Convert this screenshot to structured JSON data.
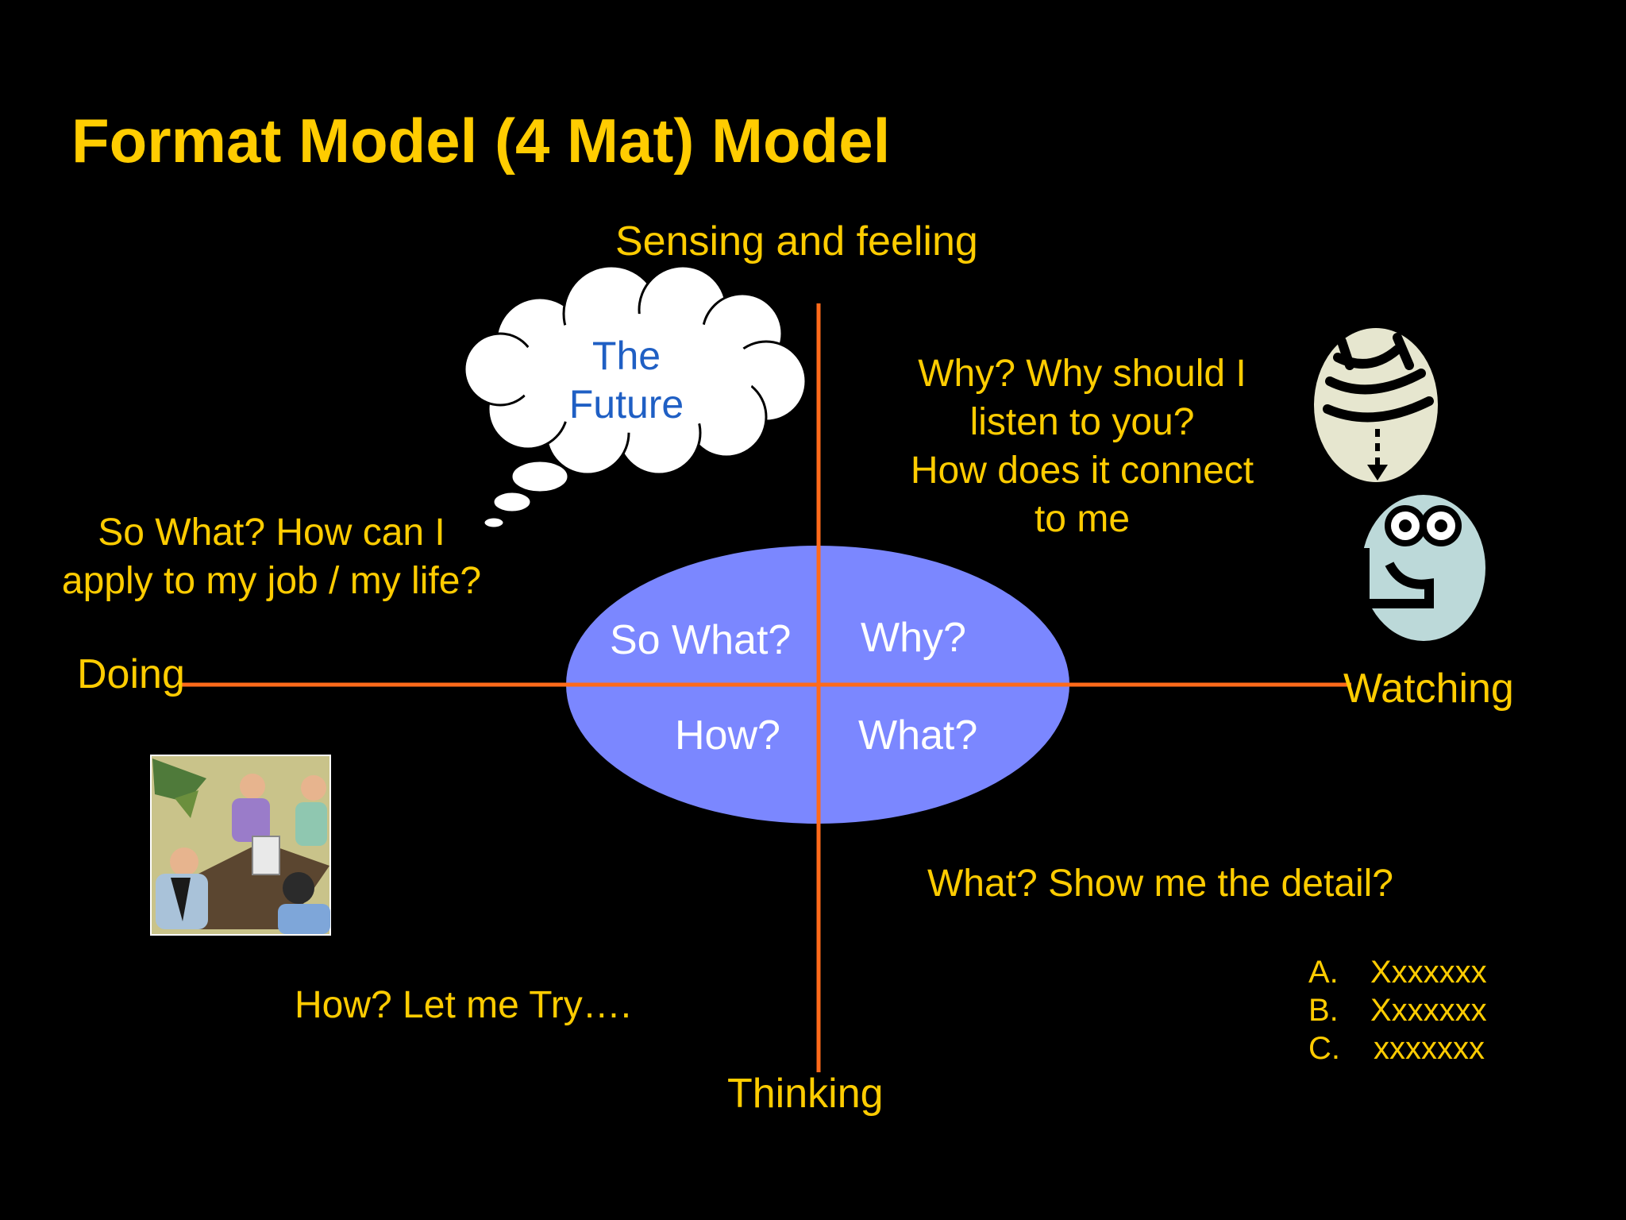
{
  "slide": {
    "title": "Format Model (4 Mat) Model",
    "axes": {
      "top": "Sensing and feeling",
      "bottom": "Thinking",
      "left": "Doing",
      "right": "Watching"
    },
    "cloud_text": [
      "The",
      "Future"
    ],
    "quadrant_texts": {
      "why": [
        "Why? Why should I",
        "listen to you?",
        "How does it connect",
        "to me"
      ],
      "so_what": [
        "So What?  How can I",
        "apply to my job / my life?"
      ],
      "how": "How? Let me Try….",
      "what": "What?  Show me the detail?"
    },
    "ellipse_labels": {
      "so_what": "So What?",
      "why": "Why?",
      "how": "How?",
      "what": "What?"
    },
    "detail_list": [
      {
        "letter": "A.",
        "text": "Xxxxxxx"
      },
      {
        "letter": "B.",
        "text": "Xxxxxxx"
      },
      {
        "letter": "C.",
        "text": "xxxxxxx"
      }
    ],
    "colors": {
      "background": "#000000",
      "title": "#ffcc00",
      "text": "#ffcc00",
      "axis": "#ff6a1a",
      "ellipse": "#7b87ff",
      "cloud_text": "#1f5fc4"
    },
    "icons": [
      "thought-cloud-icon",
      "watching-head-icon",
      "meeting-people-icon"
    ]
  }
}
